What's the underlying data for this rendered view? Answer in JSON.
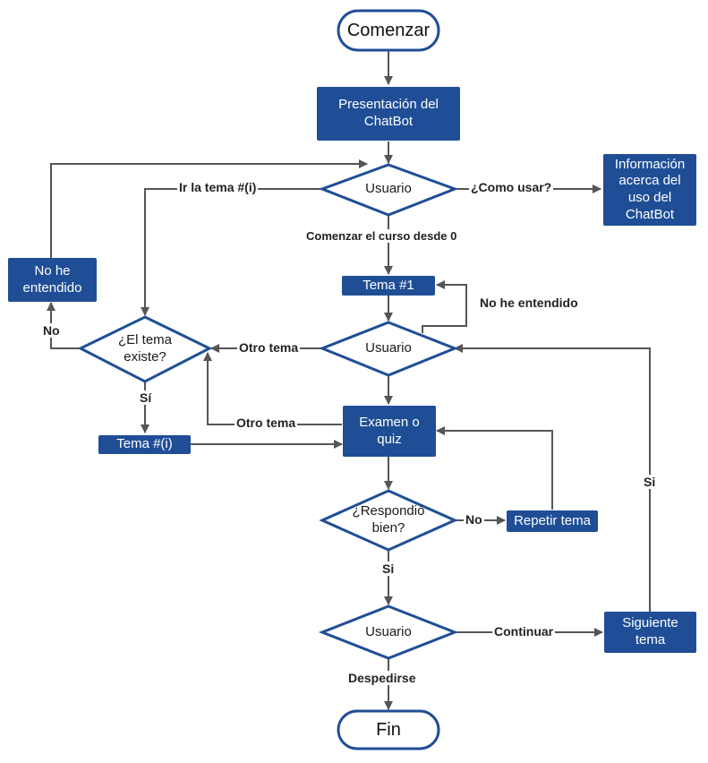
{
  "colors": {
    "box_fill": "#1f4e96",
    "shape_stroke": "#1f4e96",
    "connector": "#555555"
  },
  "nodes": {
    "start": "Comenzar",
    "intro": "Presentación del ChatBot",
    "user1": "Usuario",
    "info": "Información acerca del uso del ChatBot",
    "tema1": "Tema #1",
    "user2": "Usuario",
    "exists": "¿El tema existe?",
    "not_understood": "No he entendido",
    "tema_i": "Tema #(i)",
    "exam": "Examen o quiz",
    "answered": "¿Respondió bien?",
    "repeat": "Repetir tema",
    "user3": "Usuario",
    "next": "Siguiente tema",
    "end": "Fin"
  },
  "edges": {
    "go_to_topic": "Ir la tema #(i)",
    "how_to_use": "¿Como usar?",
    "start_course": "Comenzar el curso desde 0",
    "not_understood": "No he entendido",
    "other_topic_1": "Otro tema",
    "other_topic_2": "Otro tema",
    "no_1": "No",
    "yes_1": "Sí",
    "no_2": "No",
    "yes_2": "Si",
    "yes_3": "Si",
    "continue": "Continuar",
    "goodbye": "Despedirse"
  }
}
